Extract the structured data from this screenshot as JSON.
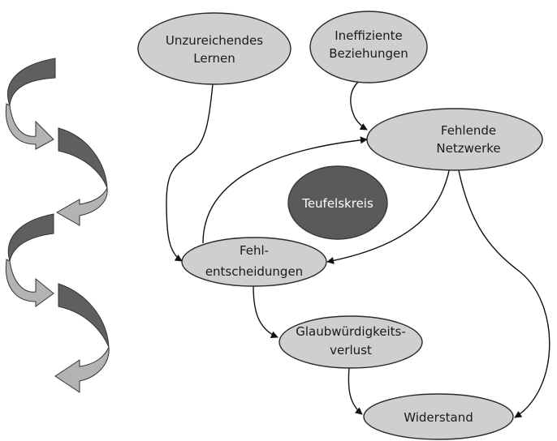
{
  "diagram": {
    "center_label": "Teufelskreis",
    "nodes": {
      "lernen": [
        "Unzureichendes",
        "Lernen"
      ],
      "beziehungen": [
        "Ineffiziente",
        "Beziehungen"
      ],
      "netzwerke": [
        "Fehlende",
        "Netzwerke"
      ],
      "fehlentscheidungen": [
        "Fehl-",
        "entscheidungen"
      ],
      "glaubwuerdigkeit": [
        "Glaubwürdigkeits-",
        "verlust"
      ],
      "widerstand": [
        "Widerstand"
      ]
    },
    "colors": {
      "node_fill": "#cfcfcf",
      "center_fill": "#5a5a5a",
      "spiral_light": "#b3b3b3",
      "spiral_dark": "#5f5f5f",
      "outline": "#2a2a2a"
    }
  }
}
